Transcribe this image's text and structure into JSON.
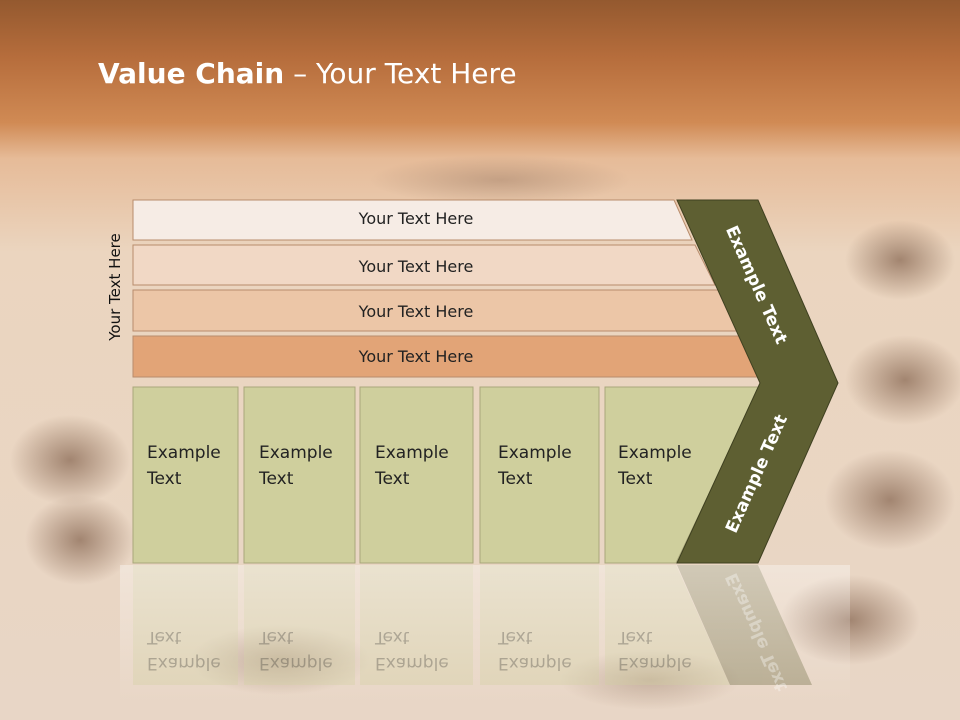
{
  "title": {
    "bold": "Value Chain",
    "rest": " – Your Text Here"
  },
  "side_label": "Your Text Here",
  "rows": [
    {
      "label": "Your Text Here",
      "color": "#f6ece5"
    },
    {
      "label": "Your Text Here",
      "color": "#f1d8c5"
    },
    {
      "label": "Your Text Here",
      "color": "#ecc6a7"
    },
    {
      "label": "Your Text Here",
      "color": "#e2a477"
    }
  ],
  "columns": [
    {
      "line1": "Example",
      "line2": "Text"
    },
    {
      "line1": "Example",
      "line2": "Text"
    },
    {
      "line1": "Example",
      "line2": "Text"
    },
    {
      "line1": "Example",
      "line2": "Text"
    },
    {
      "line1": "Example",
      "line2": "Text"
    }
  ],
  "arrow_top_text": "Example Text",
  "arrow_bottom_text": "Example Text",
  "colors": {
    "header_band": "#c97a43",
    "column_fill": "#cfcf9d",
    "arrow_fill": "#5e5f32",
    "background": "#e7cdb2"
  }
}
